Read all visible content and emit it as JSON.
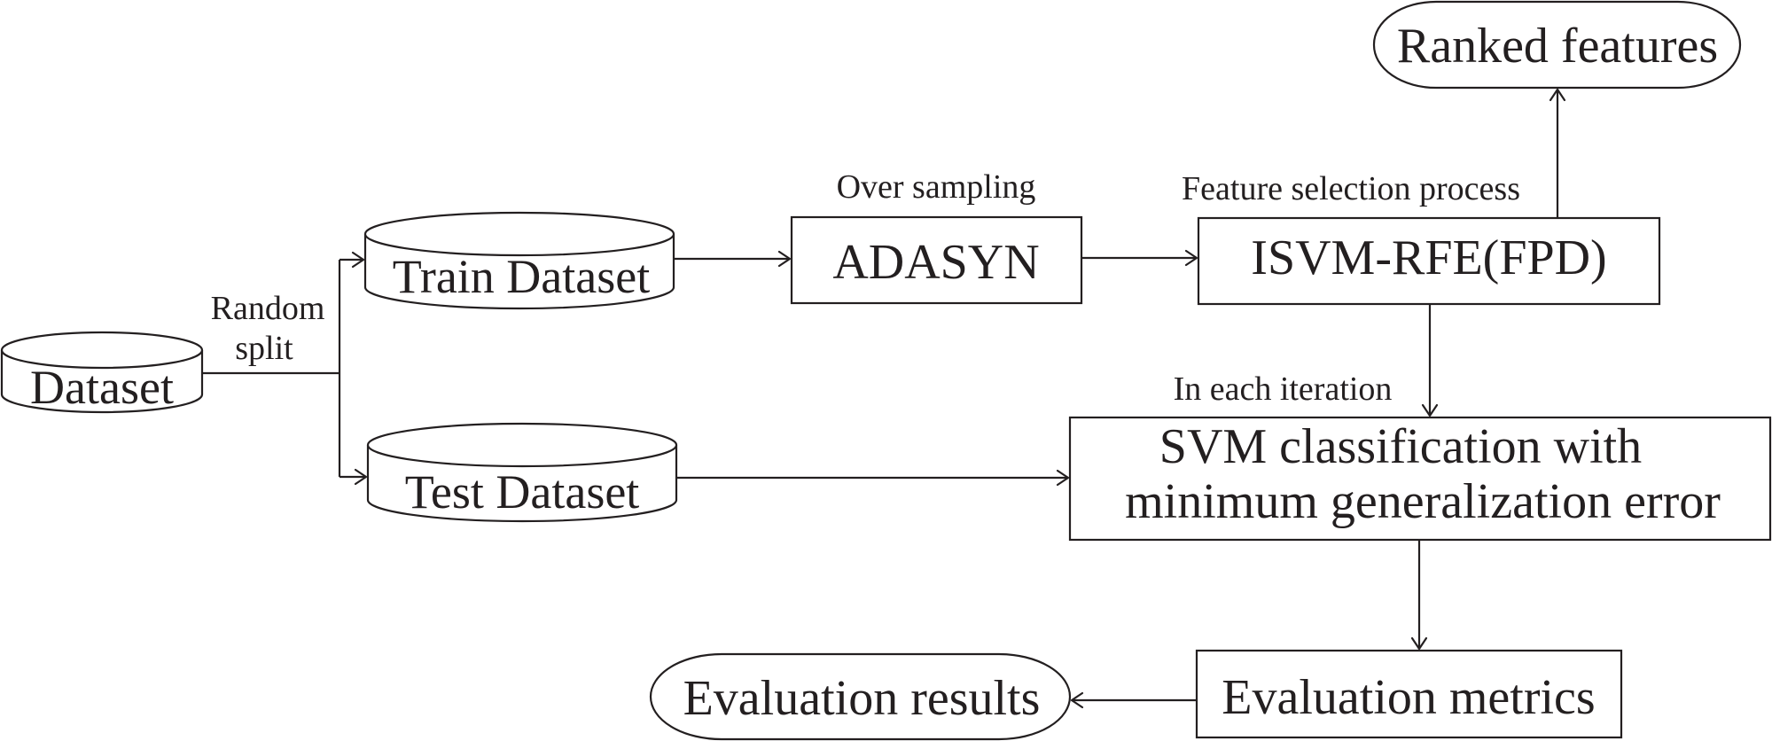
{
  "nodes": {
    "dataset": "Dataset",
    "train": "Train Dataset",
    "test": "Test Dataset",
    "adasyn": "ADASYN",
    "isvm": "ISVM-RFE(FPD)",
    "ranked": "Ranked features",
    "svm_line1": "SVM  classification with",
    "svm_line2": "minimum  generalization  error",
    "metrics": "Evaluation metrics",
    "results": "Evaluation results"
  },
  "edge_labels": {
    "random": "Random",
    "split": "split",
    "oversampling": "Over sampling",
    "feature_selection": "Feature selection process",
    "iteration": "In each iteration"
  }
}
